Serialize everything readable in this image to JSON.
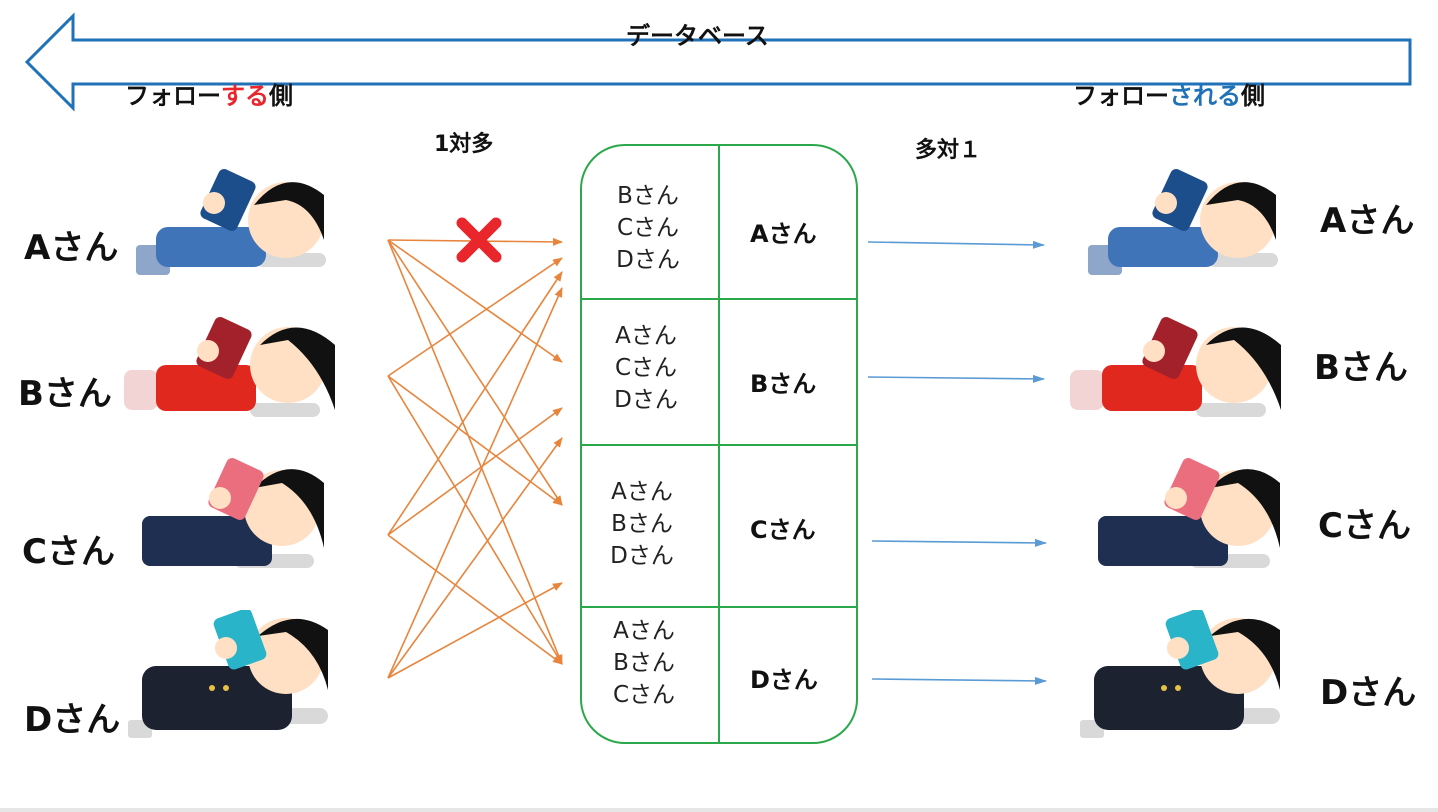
{
  "header": {
    "arrow_label": "データベース",
    "left_prefix": "フォロー",
    "left_accent": "する",
    "left_suffix": "側",
    "right_prefix": "フォロー",
    "right_accent": "される",
    "right_suffix": "側",
    "accent_red": "#e8262c",
    "accent_blue": "#1f72b8",
    "arrow_color": "#1f72b8"
  },
  "relations": {
    "left": "1対多",
    "right": "多対１"
  },
  "users_left": [
    "Aさん",
    "Bさん",
    "Cさん",
    "Dさん"
  ],
  "users_right": [
    "Aさん",
    "Bさん",
    "Cさん",
    "Dさん"
  ],
  "table": {
    "border_color": "#2aa84a",
    "rows": [
      {
        "followers": [
          "Bさん",
          "Cさん",
          "Dさん"
        ],
        "user": "Aさん"
      },
      {
        "followers": [
          "Aさん",
          "Cさん",
          "Dさん"
        ],
        "user": "Bさん"
      },
      {
        "followers": [
          "Aさん",
          "Bさん",
          "Dさん"
        ],
        "user": "Cさん"
      },
      {
        "followers": [
          "Aさん",
          "Bさん",
          "Cさん"
        ],
        "user": "Dさん"
      }
    ]
  },
  "connector_color": "#e8853d",
  "output_arrow_color": "#5b9bd5",
  "cross_color": "#e8262c",
  "icons": [
    "person-lying-with-phone-icon",
    "cross-mark-icon",
    "left-arrow-icon"
  ]
}
